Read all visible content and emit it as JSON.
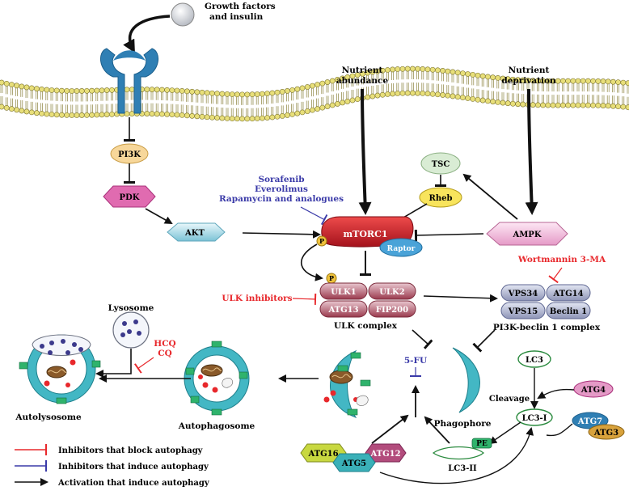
{
  "labels": {
    "growth_factors": "Growth factors",
    "and_insulin": "and insulin",
    "nutrient_abundance_1": "Nutrient",
    "nutrient_abundance_2": "abundance",
    "nutrient_deprivation_1": "Nutrient",
    "nutrient_deprivation_2": "deprivation",
    "pi3k": "PI3K",
    "pdk": "PDK",
    "akt": "AKT",
    "tsc": "TSC",
    "rheb": "Rheb",
    "ampk": "AMPK",
    "mtorc1": "mTORC1",
    "raptor": "Raptor",
    "p": "P",
    "drug1": "Sorafenib",
    "drug2": "Everolimus",
    "drug3": "Rapamycin and analogues",
    "ulk_inhibitors": "ULK inhibitors",
    "ulk1": "ULK1",
    "ulk2": "ULK2",
    "atg13": "ATG13",
    "fip200": "FIP200",
    "ulk_complex": "ULK complex",
    "wortmannin": "Wortmannin 3-MA",
    "vps34": "VPS34",
    "atg14": "ATG14",
    "vps15": "VPS15",
    "beclin1": "Beclin 1",
    "pi3k_beclin": "PI3K-beclin 1 complex",
    "lysosome": "Lysosome",
    "hcq": "HCQ",
    "cq": "CQ",
    "five_fu": "5-FU",
    "phagophore": "Phagophore",
    "autolysosome": "Autolysosome",
    "autophagosome": "Autophagosome",
    "lc3": "LC3",
    "cleavage": "Cleavage",
    "atg4": "ATG4",
    "lc3_i": "LC3-I",
    "atg7": "ATG7",
    "atg3": "ATG3",
    "pe": "PE",
    "lc3_ii": "LC3-II",
    "atg16": "ATG16",
    "atg5": "ATG5",
    "atg12": "ATG12"
  },
  "legend": {
    "red": "Inhibitors that block autophagy",
    "blue": "Inhibitors that induce autophagy",
    "black": "Activation that induce autophagy"
  },
  "colors": {
    "inhibit_red": "#e8282c",
    "inhibit_blue": "#3a3aa8",
    "activation": "#111111",
    "membrane_head": "#e8df7a",
    "receptor": "#2f7fb4",
    "vesicle": "#43b7c4",
    "mtorc1": "#d4202a"
  }
}
